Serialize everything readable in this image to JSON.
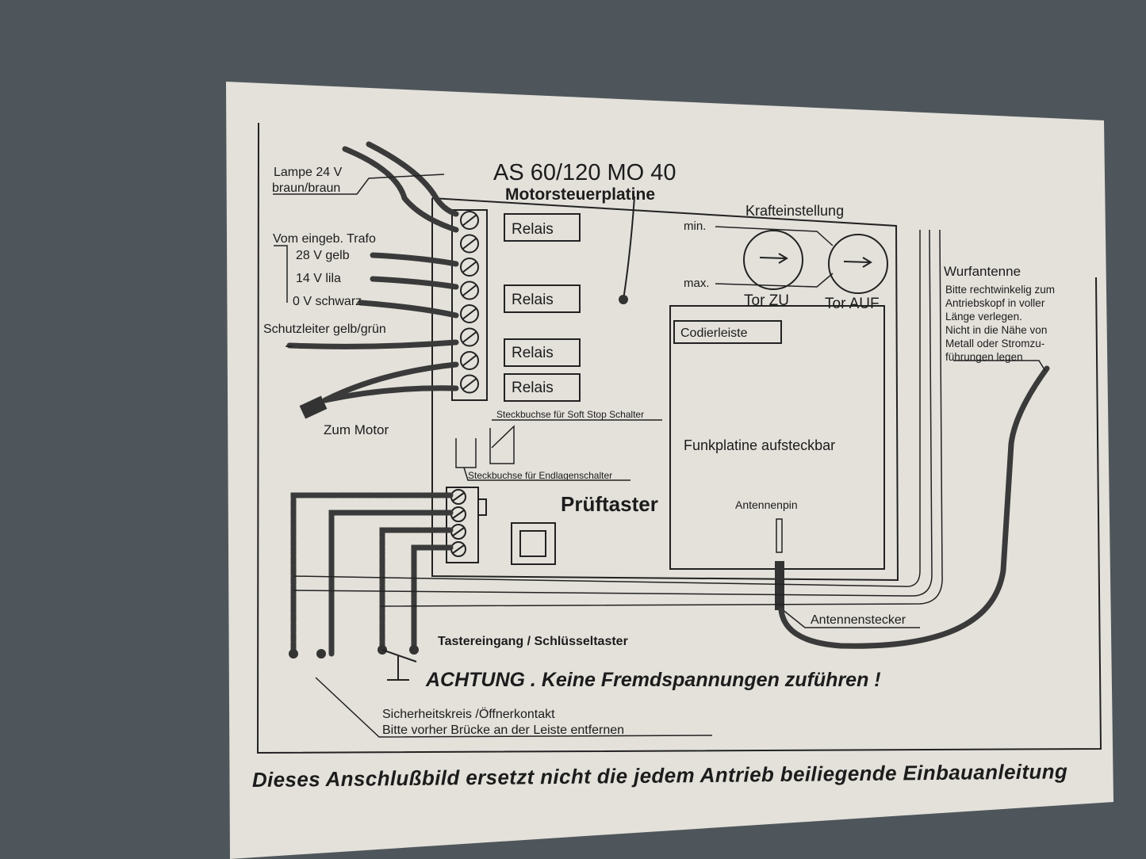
{
  "header": {
    "model": "AS 60/120 MO 40",
    "board_name": "Motorsteuerplatine"
  },
  "force_adjust": {
    "title": "Krafteinstellung",
    "min_label": "min.",
    "max_label": "max.",
    "dial_close_label": "Tor ZU",
    "dial_open_label": "Tor AUF"
  },
  "left_labels": {
    "lamp": "Lampe 24 V",
    "lamp_color": "braun/braun",
    "trafo": "Vom eingeb. Trafo",
    "v28": "28 V gelb",
    "v14": "14 V lila",
    "v0": "0 V schwarz",
    "ground": "Schutzleiter gelb/grün",
    "motor": "Zum Motor"
  },
  "relays": [
    "Relais",
    "Relais",
    "Relais",
    "Relais"
  ],
  "sockets": {
    "soft_stop": "Steckbuchse für Soft Stop Schalter",
    "end_switch": "Steckbuchse für Endlagenschalter"
  },
  "test_button": "Prüftaster",
  "radio": {
    "coding_strip": "Codierleiste",
    "board": "Funkplatine aufsteckbar",
    "antenna_pin": "Antennenpin",
    "antenna_plug": "Antennenstecker"
  },
  "antenna": {
    "title": "Wurfantenne",
    "lines": [
      "Bitte rechtwinkelig zum",
      "Antriebskopf in voller",
      "Länge verlegen.",
      "Nicht in die Nähe von",
      "Metall oder Stromzu-",
      "führungen legen"
    ]
  },
  "bottom": {
    "key_input": "Tastereingang / Schlüsseltaster",
    "warning": "ACHTUNG . Keine Fremdspannungen zuführen !",
    "safety": "Sicherheitskreis /Öffnerkontakt",
    "safety_note": "Bitte vorher Brücke an der Leiste entfernen",
    "footer": "Dieses Anschlußbild ersetzt nicht die jedem Antrieb beiliegende Einbauanleitung"
  }
}
